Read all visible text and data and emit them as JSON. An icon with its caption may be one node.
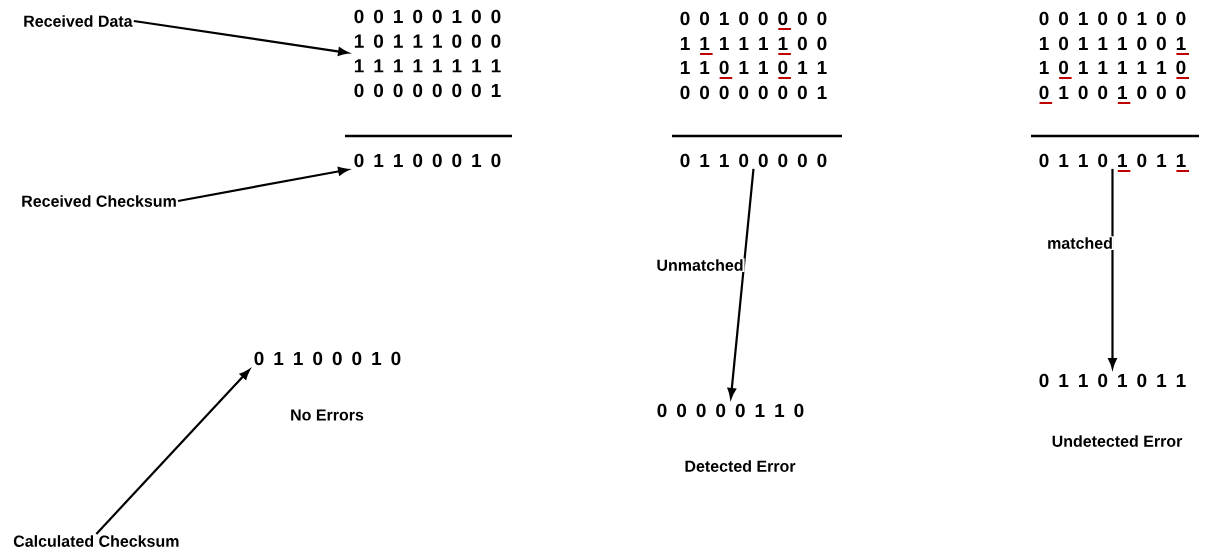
{
  "diagram": {
    "nodes": [
      {
        "text": [
          "Received Data"
        ]
      },
      {
        "text": [
          "0 0 1 0 0 1 0 0",
          "1 0 1 1 1 0 0 0",
          "1 1 1 1 1 1 1 1",
          "0 0 0 0 0 0 0 1"
        ]
      },
      {
        "text": [
          "0 1 1 0 0 0 1 0"
        ]
      },
      {
        "text": [
          "Received Checksum"
        ]
      },
      {
        "text": [
          "0 1 1 0 0 0 0 0"
        ]
      },
      {
        "text": [
          "0 1 1 0 1 0 1 1"
        ]
      },
      {
        "text": [
          "0 1 1 0 0 0 1 0"
        ],
        "beside": [
          "No Errors"
        ]
      },
      {
        "text": [
          "0 0 0 0 0 1 1 0"
        ],
        "beside": [
          "Detected Error"
        ]
      },
      {
        "text": [
          "0 1 1 0 1 0 1 1"
        ],
        "beside": [
          "Undetected Error"
        ]
      },
      {
        "text": [
          "Calculated Checksum"
        ]
      }
    ],
    "edges": [
      {
        "from": 0,
        "to": 1,
        "arrow": "to"
      },
      {
        "from": 3,
        "to": 2,
        "arrow": "to"
      },
      {
        "from": 9,
        "to": 6,
        "arrow": "to"
      },
      {
        "from": 4,
        "to": 7,
        "arrow": "to",
        "label": "Unmatched"
      },
      {
        "from": 5,
        "to": 8,
        "arrow": "to",
        "label": "matched"
      }
    ],
    "labels": [
      "0 0 1 0 0 0 0 0",
      "1 1 1 1 1 1 0 0",
      "1 1 0 1 1 0 1 1",
      "0 0 0 0 0 0 0 1",
      "0 0 1 0 0 1 0 0",
      "1 0 1 1 1 0 0 1",
      "1 0 1 1 1 1 1 0",
      "0 1 0 0 1 0 0 0"
    ]
  }
}
